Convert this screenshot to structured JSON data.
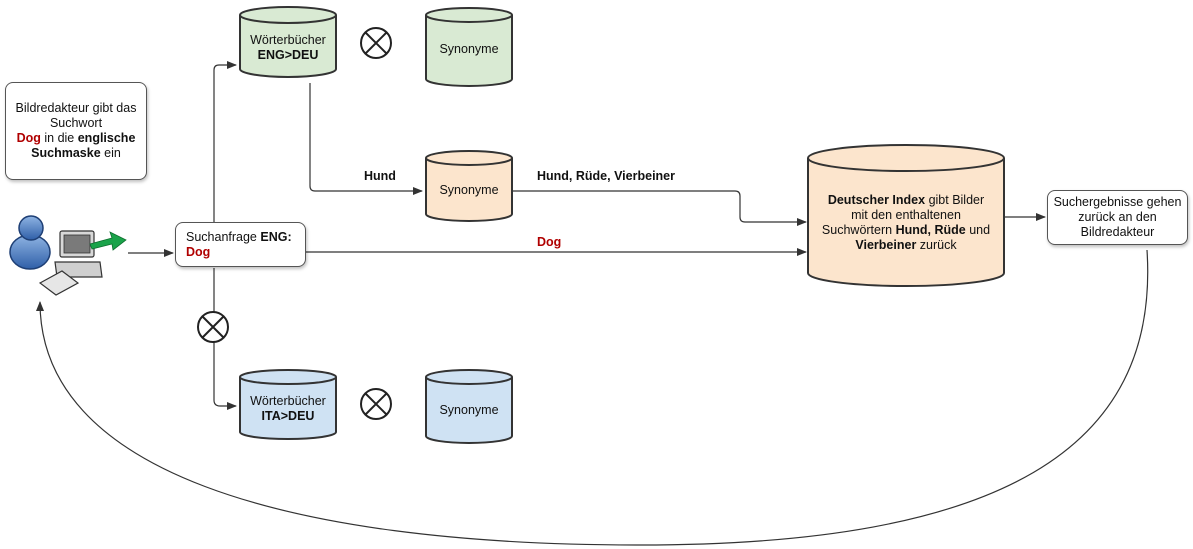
{
  "request_box": {
    "line1": "Bildredakteur gibt das",
    "line2": "Suchwort",
    "line3_red": "Dog",
    "line3_rest": " in die ",
    "line3_bold": "englische",
    "line4_bold": "Suchmaske",
    "line4_rest": " ein"
  },
  "query_box": {
    "line1_text": "Suchanfrage ",
    "line1_bold": "ENG:",
    "line2_red": "Dog"
  },
  "dict_eng": {
    "line1": "Wörterbücher",
    "line2": "ENG>DEU"
  },
  "dict_ita": {
    "line1": "Wörterbücher",
    "line2": "ITA>DEU"
  },
  "syn_top": {
    "label": "Synonyme"
  },
  "syn_mid": {
    "label": "Synonyme"
  },
  "syn_bottom": {
    "label": "Synonyme"
  },
  "index_db": {
    "l1_bold": "Deutscher Index",
    "l1_rest": " gibt Bilder",
    "l2": "mit den enthaltenen",
    "l3_text": "Suchwörtern ",
    "l3_bold": "Hund, Rüde",
    "l3_rest": " und",
    "l4_bold": "Vierbeiner",
    "l4_rest": " zurück"
  },
  "results_box": {
    "line1": "Suchergebnisse gehen",
    "line2": "zurück an den",
    "line3": "Bildredakteur"
  },
  "edge_labels": {
    "hund": "Hund",
    "synonyms_out": "Hund, Rüde, Vierbeiner",
    "dog": "Dog"
  },
  "colors": {
    "green_fill": "#d9ead3",
    "orange_fill": "#fce5cd",
    "blue_fill": "#cfe2f3",
    "red_text": "#b00000",
    "arrow_green": "#1aa34a"
  },
  "icons": [
    "user-computer-icon",
    "blocked-cross-icon"
  ]
}
